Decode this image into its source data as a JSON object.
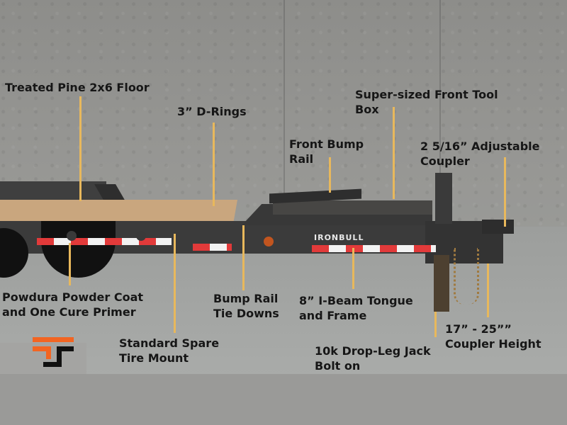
{
  "diagram": {
    "subject": "Iron Bull equipment trailer front section",
    "brand_text": "IRONBULL",
    "colors": {
      "leader_line": "#e8b85c",
      "label_text": "#161616",
      "logo_orange": "#f26522",
      "logo_black": "#111111",
      "reflector_red": "#e23a3a",
      "reflector_white": "#f2f2f2",
      "deck_wood": "#c9a67e"
    },
    "callouts": [
      {
        "id": "floor",
        "text_lines": [
          "Treated Pine 2x6 Floor"
        ]
      },
      {
        "id": "d-rings",
        "text_lines": [
          "3” D-Rings"
        ]
      },
      {
        "id": "tool-box",
        "text_lines": [
          "Super-sized Front Tool",
          "Box"
        ]
      },
      {
        "id": "bump-rail",
        "text_lines": [
          "Front Bump",
          "Rail"
        ]
      },
      {
        "id": "coupler",
        "text_lines": [
          "2 5/16” Adjustable",
          "Coupler"
        ]
      },
      {
        "id": "powder-coat",
        "text_lines": [
          "Powdura Powder Coat",
          "and One Cure Primer"
        ]
      },
      {
        "id": "tie-downs",
        "text_lines": [
          "Bump Rail",
          "Tie Downs"
        ]
      },
      {
        "id": "i-beam",
        "text_lines": [
          "8” I-Beam Tongue",
          "and Frame"
        ]
      },
      {
        "id": "spare-tire",
        "text_lines": [
          "Standard Spare",
          "Tire Mount"
        ]
      },
      {
        "id": "coupler-height",
        "text_lines": [
          "17” - 25””",
          "Coupler Height"
        ]
      },
      {
        "id": "jack",
        "text_lines": [
          "10k Drop-Leg Jack",
          "Bolt on"
        ]
      }
    ]
  }
}
